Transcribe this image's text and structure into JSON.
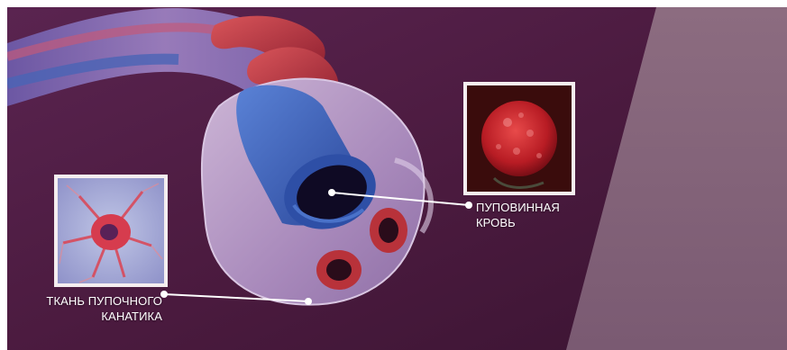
{
  "labels": {
    "cord_blood": [
      "ПУПОВИННАЯ",
      "КРОВЬ"
    ],
    "cord_tissue": [
      "ТКАНЬ ПУПОЧНОГО",
      "КАНАТИКА"
    ]
  },
  "colors": {
    "background": "#4a1a3e",
    "panel": "#8a6a7e",
    "vein": "#3a5fb8",
    "artery": "#b8323a",
    "cord_tissue": "#b79ac4",
    "pointer": "#ffffff"
  },
  "icons": {
    "cord_blood_thumbnail": "red-blood-cell-image",
    "cord_tissue_thumbnail": "stem-cell-image"
  }
}
